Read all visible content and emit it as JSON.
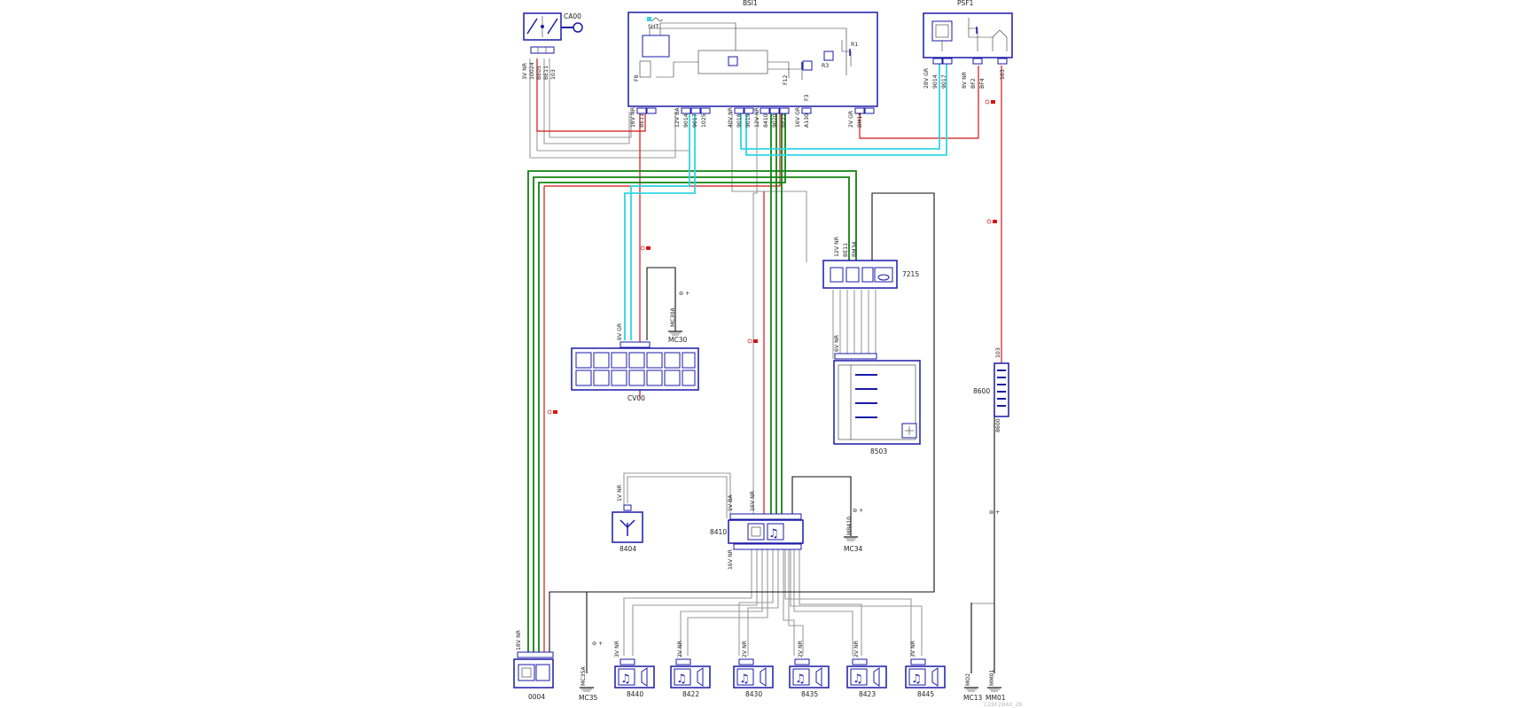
{
  "components": {
    "bsi1": "BSI1",
    "psf1": "PSF1",
    "ca00": "CA00",
    "cv00": "CV00",
    "c7215": "7215",
    "c8503": "8503",
    "c8410": "8410",
    "c8404": "8404",
    "c0004": "0004",
    "c8600": "8600",
    "c8440": "8440",
    "c8422": "8422",
    "c8430": "8430",
    "c8435": "8435",
    "c8423": "8423",
    "c8445": "8445"
  },
  "grounds": {
    "mc30": "MC30",
    "mc30_wire": "MC30A",
    "mc34": "MC34",
    "mc34_wire": "M8410",
    "mc35": "MC35",
    "mc35_wire": "MC35A",
    "mc13": "MC13",
    "mc13_wire": "MO2",
    "mm01": "MM01",
    "mm01_wire": "MM01"
  },
  "connectors": {
    "ca00": "3V NR",
    "bsi_left": "16V NR",
    "bsi_12v_ba": "12V BA",
    "bsi_40v": "40V NR",
    "bsi_12v_nr": "12V NR",
    "bsi_16v_gr": "16V GR",
    "bsi_2v_gr": "2V GR",
    "psf_28v": "28V GR",
    "psf_8v": "8V NR",
    "cv00": "6V GR",
    "c7215": "12V NR",
    "c8503": "6V NR",
    "c8404": "1V NR",
    "c8410_top1": "1V BA",
    "c8410_top2": "16V NR",
    "c8410_bot": "16V NR",
    "c0004": "18V NR",
    "c8440": "3V NR",
    "c8422": "2V NR",
    "c8430": "2V NR",
    "c8435": "2V NR",
    "c8423": "2V NR",
    "c8445": "3V NR"
  },
  "wires": {
    "w1": "BE05",
    "w2": "BE11",
    "w3": "103",
    "w4": "10024",
    "w5": "8600",
    "w6": "BE11",
    "w7": "9014",
    "w8": "9017",
    "w9": "1025",
    "w10": "9018",
    "w11": "9019",
    "w12": "8410",
    "w13": "9020",
    "w14": "BE22",
    "w15": "A130",
    "w16": "BM14",
    "w17": "9014",
    "w18": "9017",
    "w19": "BE11",
    "w20": "BM34",
    "w21": "BF2",
    "w22": "BF4"
  },
  "internal": {
    "sht": "SHT",
    "f8": "F8",
    "f12": "F12",
    "f3": "F3",
    "r1": "R1",
    "r3": "R3"
  },
  "watermark": "C2BF2BA0_ZR"
}
